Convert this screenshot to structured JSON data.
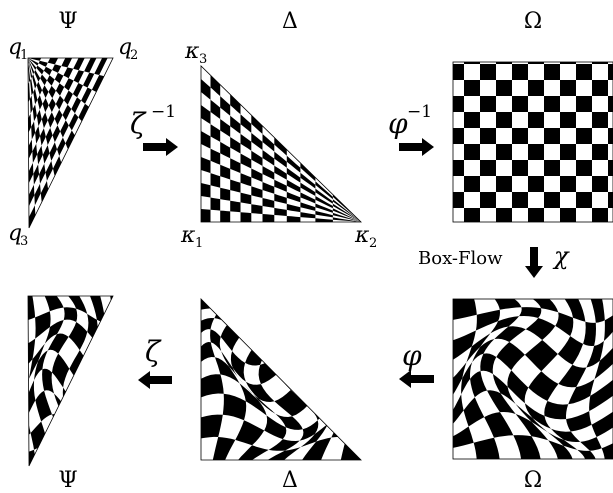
{
  "panels": {
    "top_left_title": "Ψ",
    "top_mid_title": "Δ",
    "top_right_title": "Ω",
    "bottom_left_title": "Ψ",
    "bottom_mid_title": "Δ",
    "bottom_right_title": "Ω"
  },
  "vertices": {
    "q1": "q",
    "q1_sub": "1",
    "q2": "q",
    "q2_sub": "2",
    "q3": "q",
    "q3_sub": "3",
    "k1": "κ",
    "k1_sub": "1",
    "k2": "κ",
    "k2_sub": "2",
    "k3": "κ",
    "k3_sub": "3"
  },
  "arrows": {
    "zeta_inv": "ζ",
    "zeta_inv_sup": "−1",
    "phi_inv": "φ",
    "phi_inv_sup": "−1",
    "box_flow": "Box-Flow",
    "chi": "χ",
    "phi": "φ",
    "zeta": "ζ"
  },
  "colors": {
    "ink": "#000000",
    "paper": "#ffffff"
  }
}
